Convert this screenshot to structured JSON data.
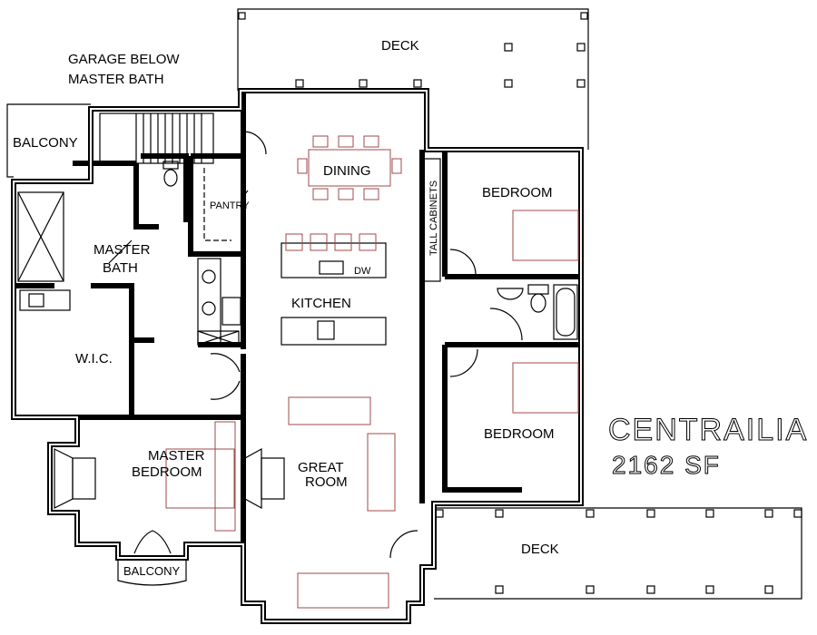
{
  "title": "CENTRAILIA",
  "area": "2162 SF",
  "note": [
    "GARAGE BELOW",
    "MASTER BATH"
  ],
  "rooms": {
    "deck_top": "DECK",
    "deck_bottom": "DECK",
    "balcony_top": "BALCONY",
    "balcony_bottom": "BALCONY",
    "dining": "DINING",
    "pantry": "PANTRY",
    "tall_cabinets": "TALL CABINETS",
    "bedroom_1": "BEDROOM",
    "bedroom_2": "BEDROOM",
    "master_bath": [
      "MASTER",
      "BATH"
    ],
    "dishwasher": "DW",
    "kitchen": "KITCHEN",
    "wic": "W.I.C.",
    "master_bedroom": [
      "MASTER",
      "BEDROOM"
    ],
    "great_room": [
      "GREAT",
      "ROOM"
    ]
  },
  "colors": {
    "walls": "#000000",
    "furniture": "#a04848",
    "background": "#ffffff"
  }
}
